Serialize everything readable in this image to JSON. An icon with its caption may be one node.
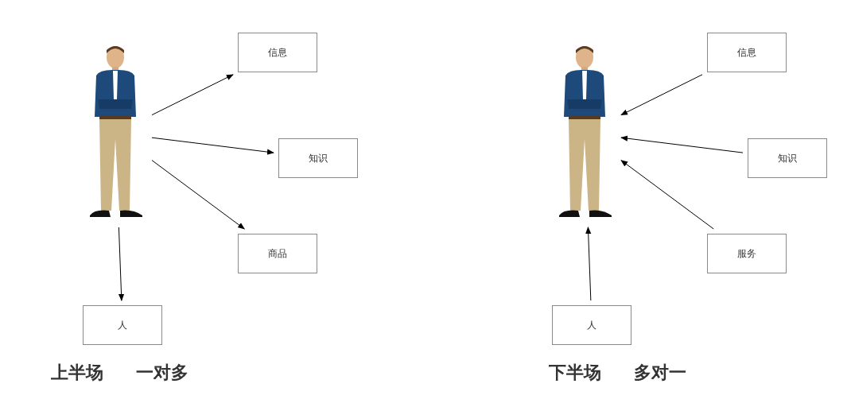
{
  "diagram": {
    "nodes": [
      {
        "text": [],
        "shape": "person"
      },
      {
        "text": [
          "信息"
        ]
      },
      {
        "text": [
          "知识"
        ]
      },
      {
        "text": [
          "商品"
        ]
      },
      {
        "text": [
          "人"
        ]
      },
      {
        "text": [],
        "shape": "person"
      },
      {
        "text": [
          "信息"
        ]
      },
      {
        "text": [
          "知识"
        ]
      },
      {
        "text": [
          "服务"
        ]
      },
      {
        "text": [
          "人"
        ]
      }
    ],
    "edges": [
      {
        "from": 0,
        "to": 1,
        "arrow": "to"
      },
      {
        "from": 0,
        "to": 2,
        "arrow": "to"
      },
      {
        "from": 0,
        "to": 3,
        "arrow": "to"
      },
      {
        "from": 0,
        "to": 4,
        "arrow": "to"
      },
      {
        "from": 6,
        "to": 5,
        "arrow": "to"
      },
      {
        "from": 7,
        "to": 5,
        "arrow": "to"
      },
      {
        "from": 8,
        "to": 5,
        "arrow": "to"
      },
      {
        "from": 9,
        "to": 5,
        "arrow": "to"
      }
    ],
    "labels": [
      "上半场",
      "一对多",
      "下半场",
      "多对一"
    ]
  }
}
